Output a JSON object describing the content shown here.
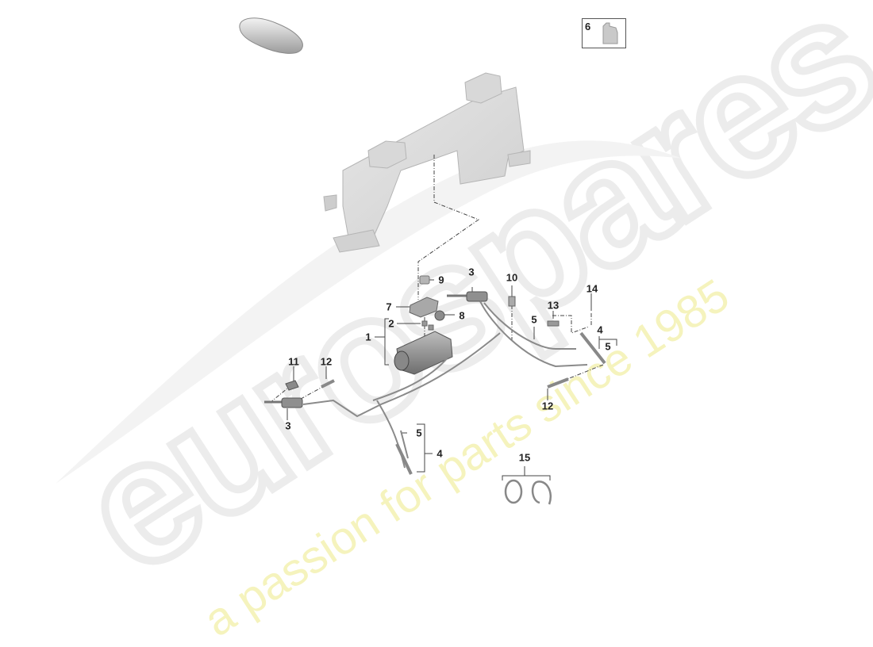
{
  "diagram": {
    "type": "exploded-parts-diagram",
    "colors": {
      "part_fill": "#d4d4d4",
      "part_stroke": "#9a9a9a",
      "label_text": "#222222",
      "leader_line": "#444444",
      "watermark_outline": "#ececec",
      "watermark_tagline": "#f4f2b2"
    },
    "items": {
      "i1": "1",
      "i2": "2",
      "i3a": "3",
      "i3b": "3",
      "i4a": "4",
      "i4b": "4",
      "i5a": "5",
      "i5b": "5",
      "i5c": "5",
      "i6": "6",
      "i7": "7",
      "i8": "8",
      "i9": "9",
      "i10": "10",
      "i11": "11",
      "i12a": "12",
      "i12b": "12",
      "i13": "13",
      "i14": "14",
      "i15": "15"
    },
    "parts": [
      {
        "id": "sealant-tube",
        "icon": "sealant-tube-icon"
      },
      {
        "id": "fluid-bottle",
        "icon": "fluid-bottle-icon",
        "label": "6"
      },
      {
        "id": "roof-frame-crossmember",
        "icon": "frame-icon"
      },
      {
        "id": "hydraulic-pump-unit",
        "label": "1"
      },
      {
        "id": "screw",
        "label": "2"
      },
      {
        "id": "hydraulic-cylinder-right",
        "label": "3"
      },
      {
        "id": "hydraulic-cylinder-left",
        "label": "3"
      },
      {
        "id": "hydraulic-line-set",
        "label": "4"
      },
      {
        "id": "hose-line",
        "label": "5"
      },
      {
        "id": "bracket",
        "label": "7"
      },
      {
        "id": "rubber-mount",
        "label": "8"
      },
      {
        "id": "nut",
        "label": "9"
      },
      {
        "id": "bleed-valve",
        "label": "10"
      },
      {
        "id": "clip",
        "label": "11"
      },
      {
        "id": "pin",
        "label": "12"
      },
      {
        "id": "sleeve",
        "label": "13"
      },
      {
        "id": "retainer",
        "label": "14"
      },
      {
        "id": "circlip-set",
        "label": "15"
      }
    ]
  },
  "watermark": {
    "brand": "eurospares",
    "tagline": "a passion for parts since 1985"
  }
}
